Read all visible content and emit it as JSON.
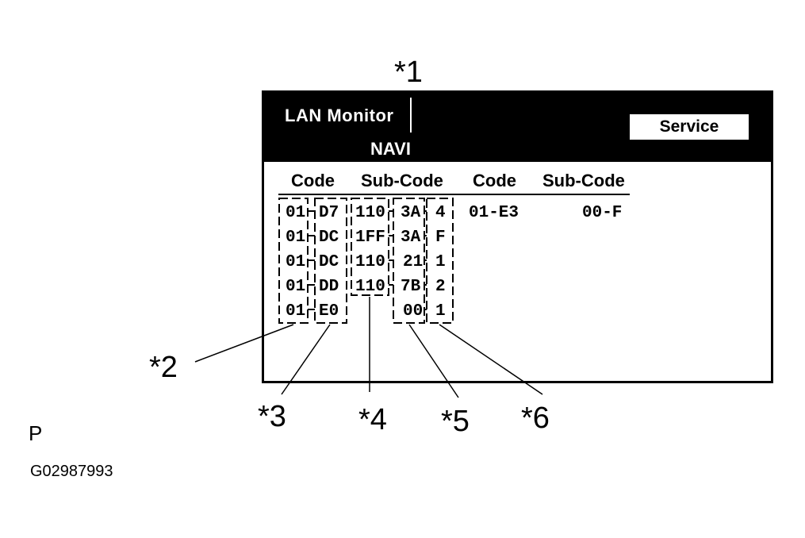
{
  "callouts": [
    "*1",
    "*2",
    "*3",
    "*4",
    "*5",
    "*6"
  ],
  "screen": {
    "title": "LAN Monitor",
    "device": "NAVI",
    "service_button": "Service",
    "headers": [
      "Code",
      "Sub-Code",
      "Code",
      "Sub-Code"
    ],
    "left_rows": [
      {
        "c1": "01",
        "c2": "D7",
        "c3": "110",
        "c4": "3A",
        "c5": "4"
      },
      {
        "c1": "01",
        "c2": "DC",
        "c3": "1FF",
        "c4": "3A",
        "c5": "F"
      },
      {
        "c1": "01",
        "c2": "DC",
        "c3": "110",
        "c4": "21",
        "c5": "1"
      },
      {
        "c1": "01",
        "c2": "DD",
        "c3": "110",
        "c4": "7B",
        "c5": "2"
      },
      {
        "c1": "01",
        "c2": "E0",
        "c3": "",
        "c4": "00",
        "c5": "1"
      }
    ],
    "right_row": {
      "code": "01-E3",
      "sub": "00-F"
    }
  },
  "footer": {
    "letter": "P",
    "figure_id": "G02987993"
  }
}
